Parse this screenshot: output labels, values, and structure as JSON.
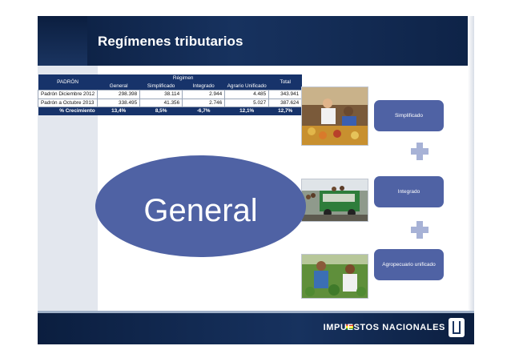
{
  "slide": {
    "title": "Regímenes tributarios",
    "brand": "IMPUESTOS NACIONALES"
  },
  "table": {
    "padron_header": "PADRÓN",
    "regimen_header": "Régimen",
    "total_header": "Total",
    "columns": [
      "General",
      "Simplificado",
      "Integrado",
      "Agrario Unificado"
    ],
    "rows": [
      {
        "label": "Padrón Diciembre 2012",
        "values": [
          "298.398",
          "38.114",
          "2.944",
          "4.485",
          "343.941"
        ]
      },
      {
        "label": "Padrón a Octubre 2013",
        "values": [
          "338.495",
          "41.356",
          "2.746",
          "5.027",
          "387.624"
        ]
      }
    ],
    "growth": {
      "label": "% Crecimiento",
      "values": [
        "13,4%",
        "8,5%",
        "-6,7%",
        "12,1%",
        "12,7%"
      ]
    }
  },
  "diagram": {
    "center": "General",
    "regimes": [
      "Simplificado",
      "Integrado",
      "Agropecuario unificado"
    ]
  },
  "colors": {
    "header_bg": "#0e2347",
    "table_header_bg": "#17336a",
    "shape_fill": "#4f62a4",
    "plus_fill": "#a7b2d6"
  }
}
